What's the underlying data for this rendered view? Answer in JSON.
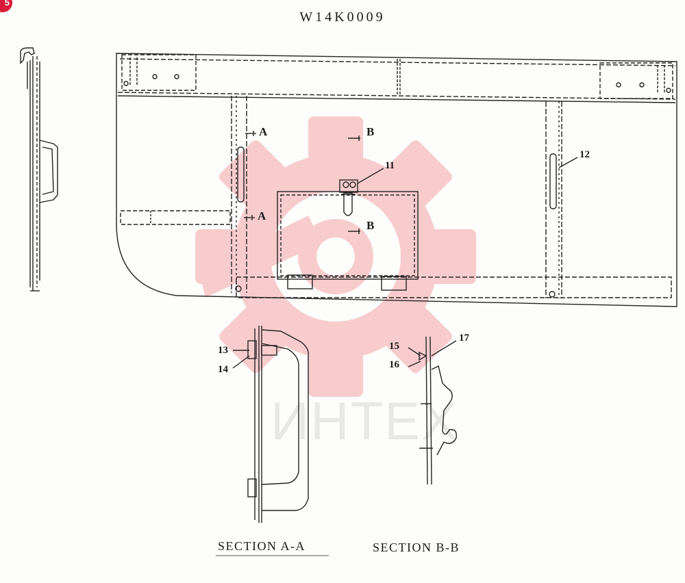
{
  "badge": "5",
  "title": "W14K0009",
  "watermark": {
    "text": "ИНТЕХ",
    "color": "#e8252e"
  },
  "callouts": [
    "11",
    "12",
    "13",
    "14",
    "15",
    "16",
    "17"
  ],
  "section_marks": [
    "A",
    "A",
    "B",
    "B"
  ],
  "captions": {
    "section_a": "SECTION A-A",
    "section_b": "SECTION B-B"
  }
}
